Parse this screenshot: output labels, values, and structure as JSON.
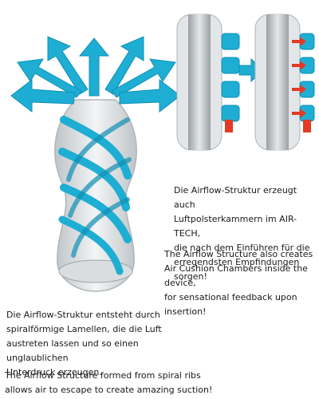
{
  "colors": {
    "airflow_blue": "#1eaed3",
    "airflow_blue_dark": "#0f8fb3",
    "chamber_red": "#e23a25",
    "sleeve_gray": "#cfd3d6",
    "rib_white": "#f4f6f7"
  },
  "text": {
    "de_right": [
      "Die Airflow-Struktur erzeugt auch",
      "Luftpolsterkammern im AIR-TECH,",
      "die nach dem Einführen für die",
      "erregendsten Empfindungen sorgen!"
    ],
    "en_right": [
      "The Airflow Structure also creates",
      "Air Cushion Chambers inside the device,",
      "for sensational feedback upon insertion!"
    ],
    "de_left": [
      "Die Airflow-Struktur entsteht durch",
      "spiralförmige Lamellen, die die Luft",
      "austreten lassen und so einen unglaublichen",
      "Unterdruck erzeugen."
    ],
    "en_left": [
      "The Airflow Structure formed from spiral ribs",
      "allows air to escape to create amazing suction!"
    ]
  }
}
